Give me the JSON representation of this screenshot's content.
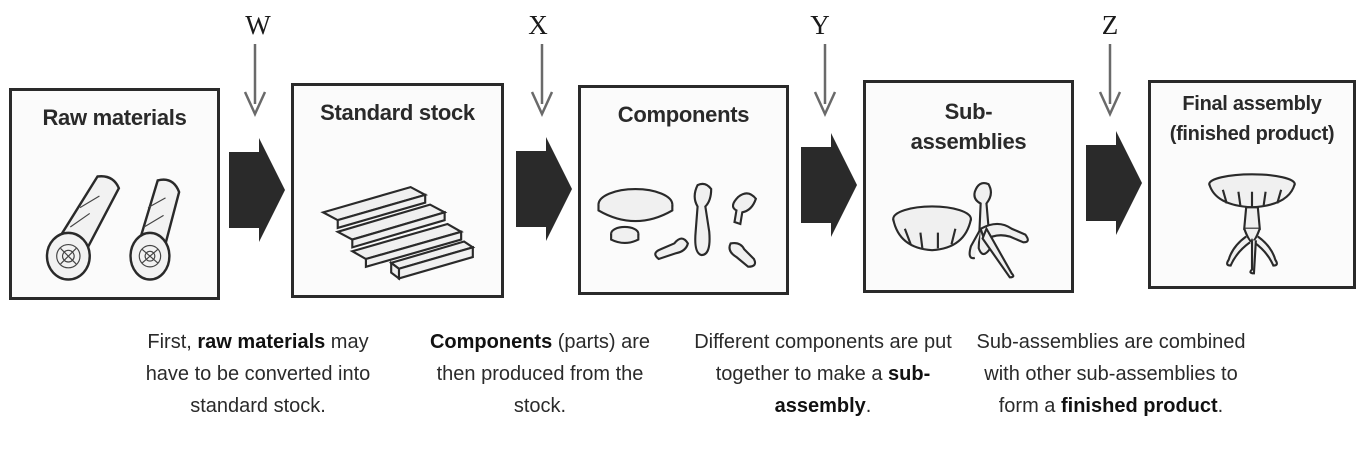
{
  "letters": [
    "W",
    "X",
    "Y",
    "Z"
  ],
  "stages": [
    {
      "title": "Raw materials",
      "icon": "logs-icon"
    },
    {
      "title": "Standard stock",
      "icon": "planks-icon"
    },
    {
      "title": "Components",
      "icon": "parts-icon"
    },
    {
      "title": "Sub-\nassemblies",
      "icon": "subassembly-icon"
    },
    {
      "title": "Final assembly\n(finished product)",
      "icon": "table-icon"
    }
  ],
  "captions": [
    {
      "pre": "First, ",
      "bold": "raw materials",
      "post": " may have to be converted into standard stock."
    },
    {
      "pre": "",
      "bold": "Components",
      "post": " (parts) are then produced from the stock."
    },
    {
      "pre": "Different components are put together to make a ",
      "bold": "sub-assembly",
      "post": "."
    },
    {
      "pre": "Sub-assemblies are combined with other sub-assemblies to form a ",
      "bold": "finished product",
      "post": "."
    }
  ]
}
